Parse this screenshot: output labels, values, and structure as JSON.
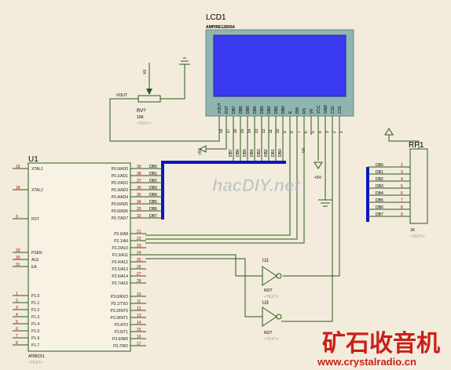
{
  "lcd": {
    "ref": "LCD1",
    "part": "AMPIRE128X64",
    "pin_names": [
      "VOUT",
      "RST",
      "DB7",
      "DB6",
      "DB5",
      "DB4",
      "DB3",
      "DB2",
      "DB1",
      "DB0",
      "E",
      "RW",
      "RS",
      "V0",
      "VCC",
      "GND",
      "CS2",
      "CS1"
    ],
    "pin_numbers": [
      "18",
      "17",
      "16",
      "15",
      "14",
      "13",
      "12",
      "11",
      "10",
      "9",
      "8",
      "7",
      "6",
      "5",
      "4",
      "3",
      "2",
      "1"
    ]
  },
  "rv": {
    "ref": "RV?",
    "value": "10K",
    "text": "<TEXT>",
    "vout_label": "VOUT",
    "v0_label": "V0"
  },
  "mcu": {
    "ref": "U1",
    "part": "AT89C51",
    "text": "<TEXT>",
    "left_pins": [
      {
        "num": "19",
        "name": "XTAL1"
      },
      {
        "num": "18",
        "name": "XTAL2"
      },
      {
        "num": "9",
        "name": "RST"
      },
      {
        "num": "29",
        "name": "PSEN"
      },
      {
        "num": "30",
        "name": "ALE"
      },
      {
        "num": "31",
        "name": "EA"
      },
      {
        "num": "1",
        "name": "P1.0"
      },
      {
        "num": "2",
        "name": "P1.1"
      },
      {
        "num": "3",
        "name": "P1.2"
      },
      {
        "num": "4",
        "name": "P1.3"
      },
      {
        "num": "5",
        "name": "P1.4"
      },
      {
        "num": "6",
        "name": "P1.5"
      },
      {
        "num": "7",
        "name": "P1.6"
      },
      {
        "num": "8",
        "name": "P1.7"
      }
    ],
    "p0_pins": [
      {
        "num": "39",
        "name": "P0.0/AD0"
      },
      {
        "num": "38",
        "name": "P0.1/AD1"
      },
      {
        "num": "37",
        "name": "P0.2/AD2"
      },
      {
        "num": "36",
        "name": "P0.3/AD3"
      },
      {
        "num": "35",
        "name": "P0.4/AD4"
      },
      {
        "num": "34",
        "name": "P0.5/AD5"
      },
      {
        "num": "33",
        "name": "P0.6/AD6"
      },
      {
        "num": "32",
        "name": "P0.7/AD7"
      }
    ],
    "p2_pins": [
      {
        "num": "21",
        "name": "P2.0/A8"
      },
      {
        "num": "22",
        "name": "P2.1/A9"
      },
      {
        "num": "23",
        "name": "P2.2/A10"
      },
      {
        "num": "24",
        "name": "P2.3/A11"
      },
      {
        "num": "25",
        "name": "P2.4/A12"
      },
      {
        "num": "26",
        "name": "P2.5/A13"
      },
      {
        "num": "27",
        "name": "P2.6/A14"
      },
      {
        "num": "28",
        "name": "P2.7/A15"
      }
    ],
    "p3_pins": [
      {
        "num": "10",
        "name": "P3.0/RXD"
      },
      {
        "num": "11",
        "name": "P3.1/TXD"
      },
      {
        "num": "12",
        "name": "P3.2/INT0"
      },
      {
        "num": "13",
        "name": "P3.3/INT1"
      },
      {
        "num": "14",
        "name": "P3.4/T0"
      },
      {
        "num": "15",
        "name": "P3.5/T1"
      },
      {
        "num": "16",
        "name": "P3.6/WR"
      },
      {
        "num": "17",
        "name": "P3.7/RD"
      }
    ]
  },
  "db_labels": [
    "DB0",
    "DB1",
    "DB2",
    "DB3",
    "DB4",
    "DB5",
    "DB6",
    "DB7"
  ],
  "gates": [
    {
      "ref": "U2",
      "type": "NOT",
      "text": "<TEXT>"
    },
    {
      "ref": "U3",
      "type": "NOT",
      "text": "<TEXT>"
    }
  ],
  "rp": {
    "ref": "RP1",
    "value": "1K",
    "text": "<TEXT>",
    "pin_numbers": [
      "2",
      "3",
      "4",
      "5",
      "6",
      "7",
      "8",
      "9"
    ]
  },
  "power": {
    "vcc1": "+5V",
    "vcc2": "+5V"
  },
  "watermark": {
    "text": "hacDIY.net"
  },
  "footer": {
    "brand": "矿石收音机",
    "url": "www.crystalradio.cn"
  },
  "colors": {
    "wire": "#2a5a1a",
    "bus": "#0a14c8",
    "lcd_screen": "#3a3af0",
    "lcd_frame": "#8fb5b0",
    "pin_num": "#b00000",
    "pin_name": "#222222",
    "brand": "#c8201a"
  }
}
